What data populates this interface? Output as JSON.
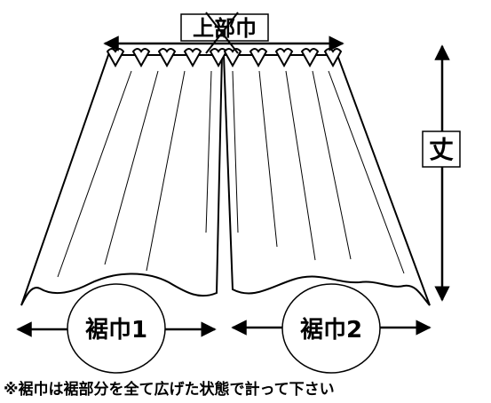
{
  "labels": {
    "top_width": "上部巾",
    "length": "丈",
    "hem_width_1": "裾巾1",
    "hem_width_2": "裾巾2"
  },
  "note": "※裾巾は裾部分を全て広げた状態で計って下さい",
  "colors": {
    "stroke": "#000000",
    "background": "#ffffff"
  }
}
